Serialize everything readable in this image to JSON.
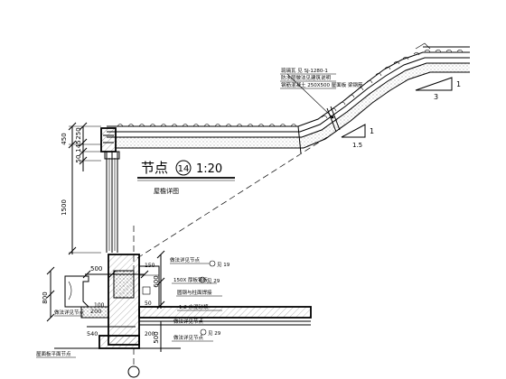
{
  "detail": {
    "title_prefix": "节点",
    "number": "14",
    "scale": "1:20",
    "subtitle": "屋檐详图"
  },
  "dims_vertical_left": [
    "450",
    "145",
    "250",
    "50",
    "1500"
  ],
  "dims_lower": {
    "d500_top": "500",
    "d800": "800",
    "d600": "600",
    "d200": "200",
    "d100": "100",
    "d540": "540",
    "d500_right": "500",
    "d200_right": "200",
    "d50": "50",
    "d150": "150"
  },
  "slope_marks": [
    {
      "rise": "1",
      "run": "3"
    },
    {
      "rise": "1",
      "run": "1.5"
    }
  ],
  "annotations": {
    "roof_note_1": "琉璃瓦 见 SJ-1280-1",
    "roof_note_2": "防水层做法见建筑说明",
    "roof_note_3": "钢筋混凝土 250X500 屋面板 梁钢筋",
    "ann_a": "做法详见节点",
    "ann_b": "150X 厚板钢板",
    "ann_c": "圆钢与柱面焊接",
    "ann_d": "1:2 水泥砂浆",
    "ann_e": "做法详见节点",
    "ann_f": "做法详见节点",
    "ann_left_1": "做法详见节点",
    "ann_left_2": "屋面板平面节点",
    "ref_a": "见 19",
    "ref_b": "见 29",
    "ref_c": "见 29"
  }
}
